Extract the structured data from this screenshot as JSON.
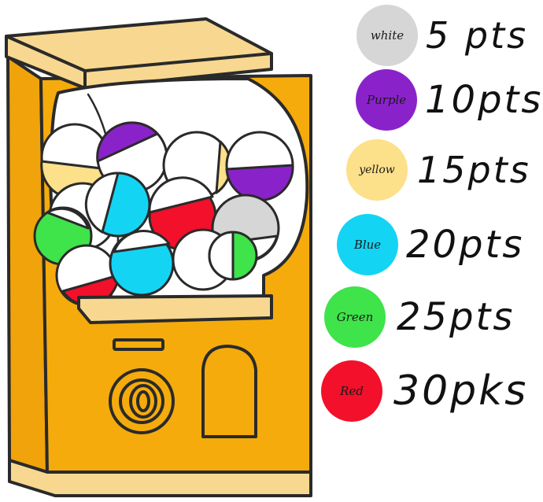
{
  "legend": [
    {
      "color_name": "white",
      "points": "5 pts",
      "fill": "#d6d6d6"
    },
    {
      "color_name": "Purple",
      "points": "10pts",
      "fill": "#8a22c9"
    },
    {
      "color_name": "yellow",
      "points": "15pts",
      "fill": "#fde08a"
    },
    {
      "color_name": "Blue",
      "points": "20pts",
      "fill": "#14d4f4"
    },
    {
      "color_name": "Green",
      "points": "25pts",
      "fill": "#3fe34a"
    },
    {
      "color_name": "Red",
      "points": "30pks",
      "fill": "#f2102a"
    }
  ],
  "colors": {
    "machine_body": "#f5ab0b",
    "machine_top": "#f8d890",
    "outline": "#2a2a2a"
  }
}
